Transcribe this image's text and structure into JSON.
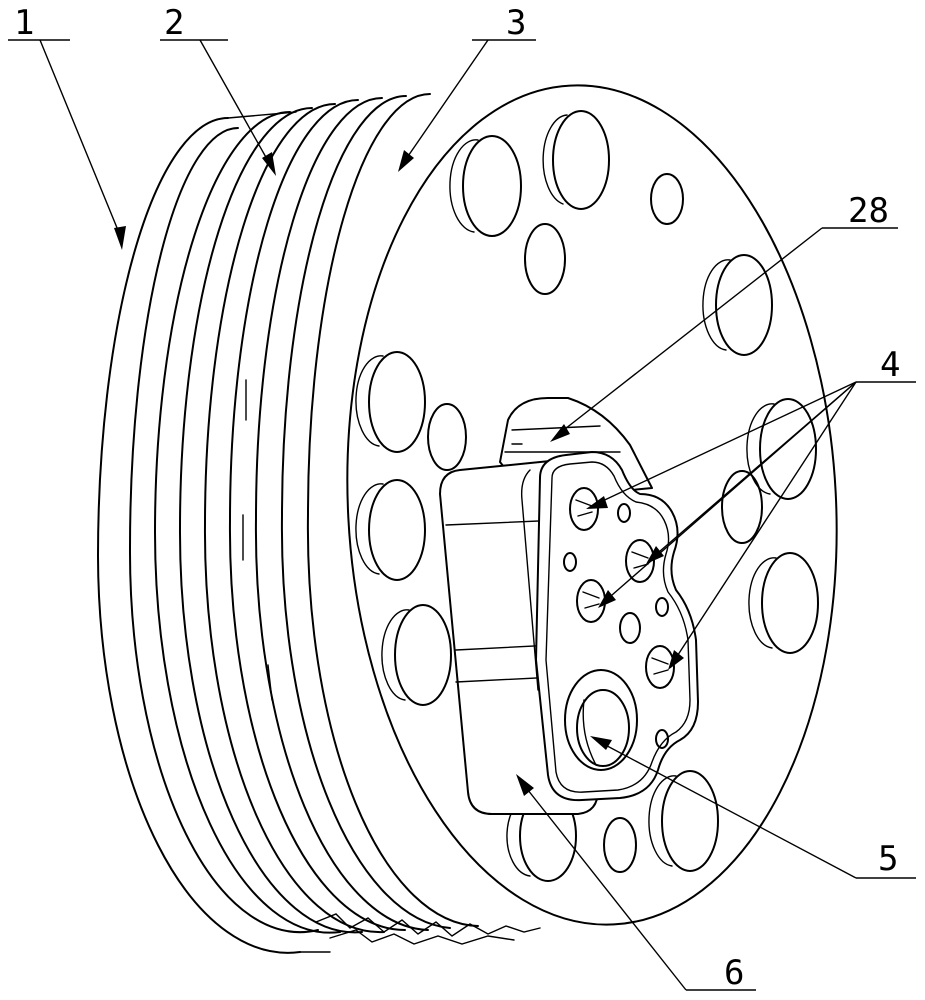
{
  "labels": {
    "part1": "1",
    "part2": "2",
    "part3": "3",
    "part28": "28",
    "part4": "4",
    "part5": "5",
    "part6": "6"
  }
}
